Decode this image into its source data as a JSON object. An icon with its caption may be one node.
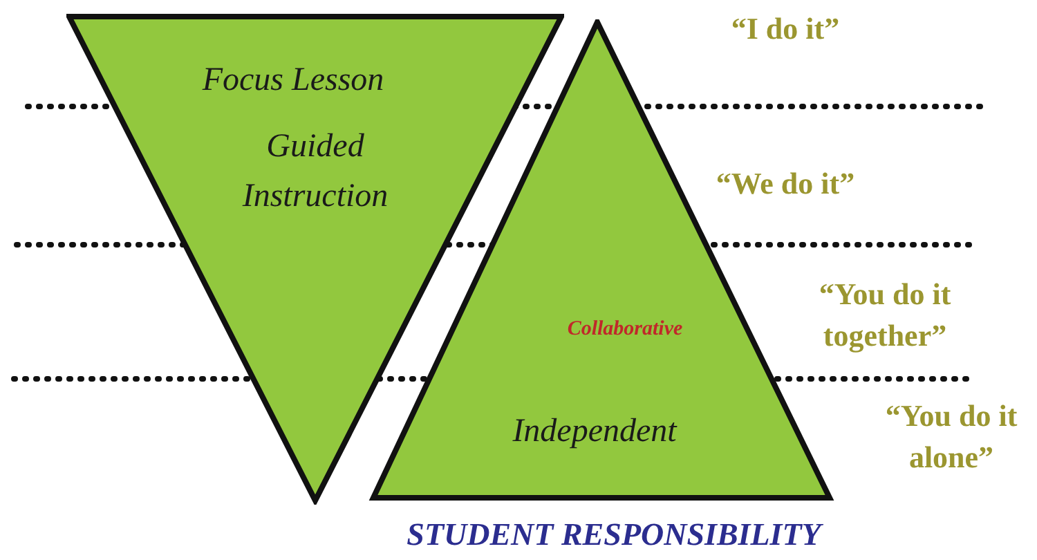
{
  "diagram": {
    "caption": "STUDENT RESPONSIBILITY",
    "nodes": [
      {
        "text": [
          "Focus Lesson",
          "Guided Instruction"
        ]
      },
      {
        "text": [
          "Collaborative",
          "Independent"
        ]
      }
    ],
    "labels": [
      "“I do it”",
      "“We do it”",
      "“You do it together”",
      "“You do it alone”"
    ]
  }
}
